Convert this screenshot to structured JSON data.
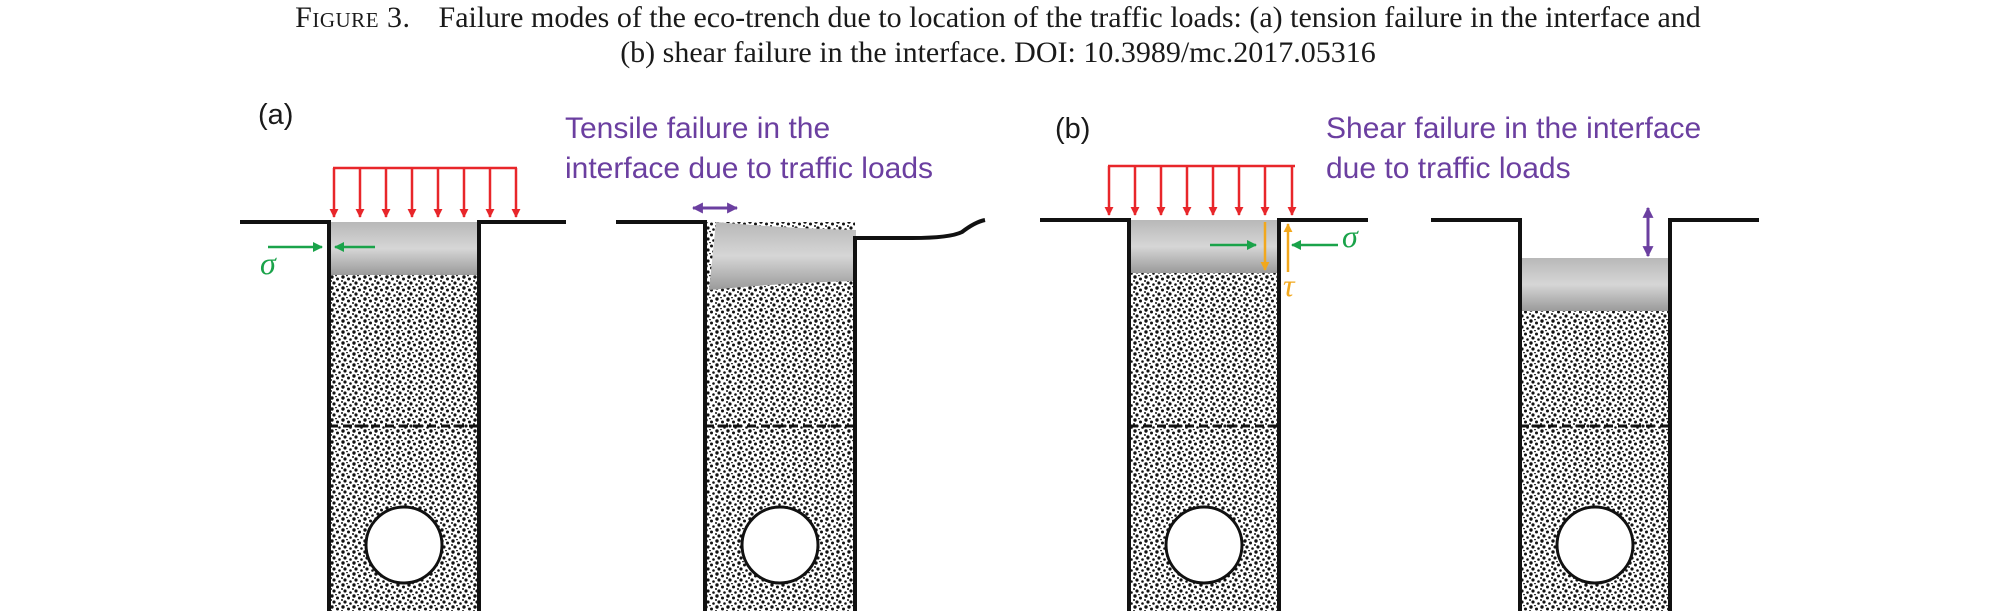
{
  "caption": {
    "label": "Figure 3.",
    "line1": "Failure modes of the eco-trench due to location of the traffic loads: (a) tension failure in the interface and",
    "line2_pre": "(b) shear failure in the interface. ",
    "doi_label": "DOI",
    "doi_value": ": 10.3989/mc.2017.05316"
  },
  "figure": {
    "panel_a": {
      "label": "(a)",
      "note_line1": "Tensile failure in the",
      "note_line2": "interface due to traffic loads",
      "stress_symbol": "σ"
    },
    "panel_b": {
      "label": "(b)",
      "note_line1": "Shear failure in the interface",
      "note_line2": "due to traffic loads",
      "stress_symbol": "σ",
      "shear_symbol": "τ"
    },
    "colors": {
      "load_arrows": "#e8262a",
      "normal_stress": "#1aa34a",
      "shear_stress": "#f2a81d",
      "failure_marker": "#6b3fa0",
      "outline": "#111111"
    },
    "icons": [
      "load-arrow-icon",
      "stress-arrow-icon",
      "double-arrow-icon",
      "pipe-icon"
    ]
  }
}
